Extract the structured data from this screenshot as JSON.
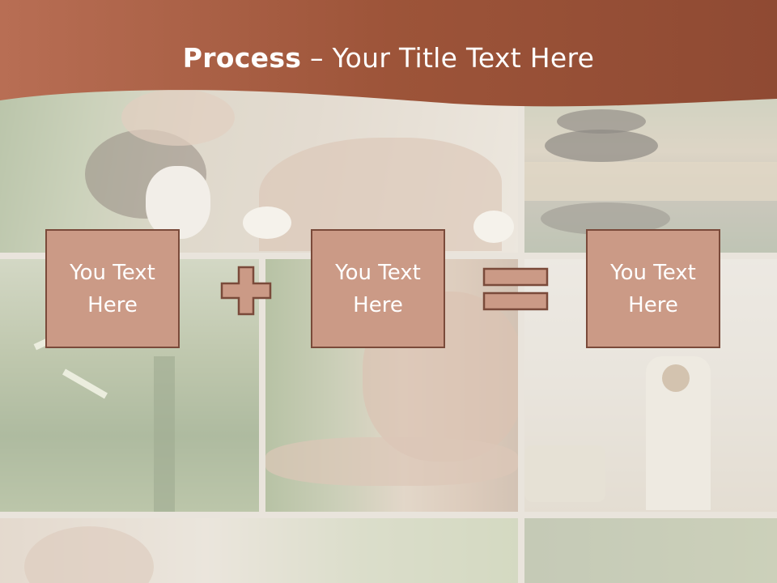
{
  "slide": {
    "title_bold": "Process",
    "title_rest": " – Your Title Text Here",
    "boxes": [
      {
        "text": "You Text Here"
      },
      {
        "text": "You Text Here"
      },
      {
        "text": "You Text Here"
      }
    ],
    "operators": [
      "plus-icon",
      "equals-icon"
    ]
  },
  "colors": {
    "header": "#a0573f",
    "box_fill": "#cb9a86",
    "box_border": "#7a4a3a",
    "text": "#ffffff"
  }
}
